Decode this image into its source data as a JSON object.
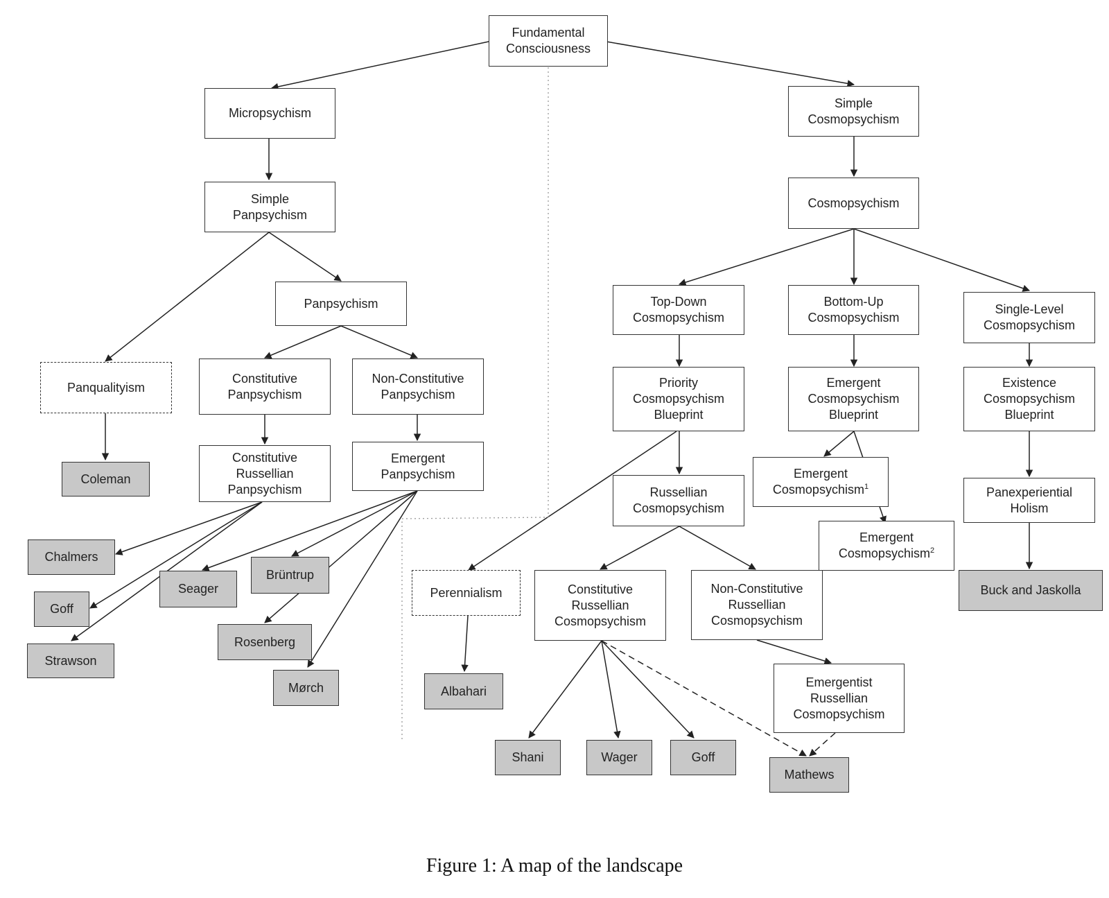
{
  "nodes": {
    "fundamental_consciousness": "Fundamental\nConsciousness",
    "micropsychism": "Micropsychism",
    "simple_panpsychism": "Simple\nPanpsychism",
    "panpsychism": "Panpsychism",
    "panqualityism": "Panqualityism",
    "constitutive_panpsychism": "Constitutive\nPanpsychism",
    "non_constitutive_panpsychism": "Non-Constitutive\nPanpsychism",
    "constitutive_russellian_panpsychism": "Constitutive\nRussellian\nPanpsychism",
    "emergent_panpsychism": "Emergent\nPanpsychism",
    "simple_cosmopsychism": "Simple\nCosmopsychism",
    "cosmopsychism": "Cosmopsychism",
    "top_down_cosmopsychism": "Top-Down\nCosmopsychism",
    "bottom_up_cosmopsychism": "Bottom-Up\nCosmopsychism",
    "single_level_cosmopsychism": "Single-Level\nCosmopsychism",
    "priority_cosmopsychism_blueprint": "Priority\nCosmopsychism\nBlueprint",
    "emergent_cosmopsychism_blueprint": "Emergent\nCosmopsychism\nBlueprint",
    "existence_cosmopsychism_blueprint": "Existence\nCosmopsychism\nBlueprint",
    "emergent_cosmopsychism_1": "Emergent\nCosmopsychism",
    "emergent_cosmopsychism_1_sup": "1",
    "emergent_cosmopsychism_2": "Emergent\nCosmopsychism",
    "emergent_cosmopsychism_2_sup": "2",
    "russellian_cosmopsychism": "Russellian\nCosmopsychism",
    "panexperiential_holism": "Panexperiential\nHolism",
    "perennialism": "Perennialism",
    "constitutive_russellian_cosmopsychism": "Constitutive\nRussellian\nCosmopsychism",
    "non_constitutive_russellian_cosmopsychism": "Non-Constitutive\nRussellian\nCosmopsychism",
    "emergentist_russellian_cosmopsychism": "Emergentist\nRussellian\nCosmopsychism"
  },
  "people": {
    "coleman": "Coleman",
    "chalmers": "Chalmers",
    "goff_left": "Goff",
    "strawson": "Strawson",
    "seager": "Seager",
    "bruntrup": "Brüntrup",
    "rosenberg": "Rosenberg",
    "morch": "Mørch",
    "albahari": "Albahari",
    "shani": "Shani",
    "wager": "Wager",
    "goff_right": "Goff",
    "mathews": "Mathews",
    "buck_and_jaskolla": "Buck and Jaskolla"
  },
  "caption": "Figure 1: A map of the landscape",
  "colors": {
    "node_border": "#333333",
    "person_fill": "#c8c8c8",
    "line": "#222222",
    "divider": "#999999"
  }
}
